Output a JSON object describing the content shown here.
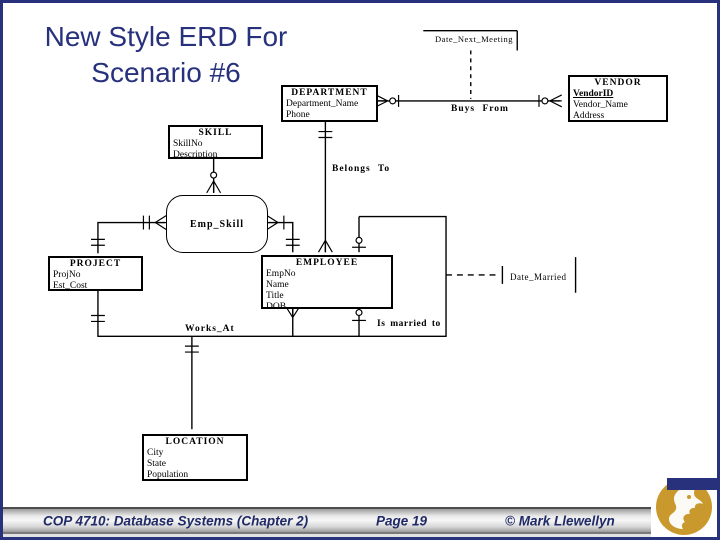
{
  "slide": {
    "title_line1": "New Style ERD For",
    "title_line2": "Scenario #6"
  },
  "erd": {
    "entities": [
      {
        "name": "DEPARTMENT",
        "attrs": [
          "Department_Name",
          "Phone"
        ]
      },
      {
        "name": "VENDOR",
        "attrs": [
          "VendorID",
          "Vendor_Name",
          "Address"
        ],
        "primary_key": "VendorID"
      },
      {
        "name": "SKILL",
        "attrs": [
          "SkillNo",
          "Description"
        ]
      },
      {
        "name": "PROJECT",
        "attrs": [
          "ProjNo",
          "Est_Cost"
        ]
      },
      {
        "name": "EMPLOYEE",
        "attrs": [
          "EmpNo",
          "Name",
          "Title",
          "DOB"
        ]
      },
      {
        "name": "LOCATION",
        "attrs": [
          "City",
          "State",
          "Population"
        ]
      }
    ],
    "relationships": {
      "buys_from": "Buys From",
      "belongs_to": "Belongs To",
      "emp_skill": "Emp_Skill",
      "works_at": "Works_At",
      "is_married_to": "Is married to"
    },
    "attributes": {
      "date_next_meeting": "Date_Next_Meeting",
      "date_married": "Date_Married"
    }
  },
  "footer": {
    "course": "COP 4710: Database Systems  (Chapter 2)",
    "page": "Page 19",
    "copyright": "© Mark Llewellyn"
  },
  "icons": {
    "logo": "ucf-pegasus-logo"
  },
  "colors": {
    "accent_navy": "#27317c",
    "logo_gold": "#c9992e",
    "diagram_black": "#000000"
  }
}
